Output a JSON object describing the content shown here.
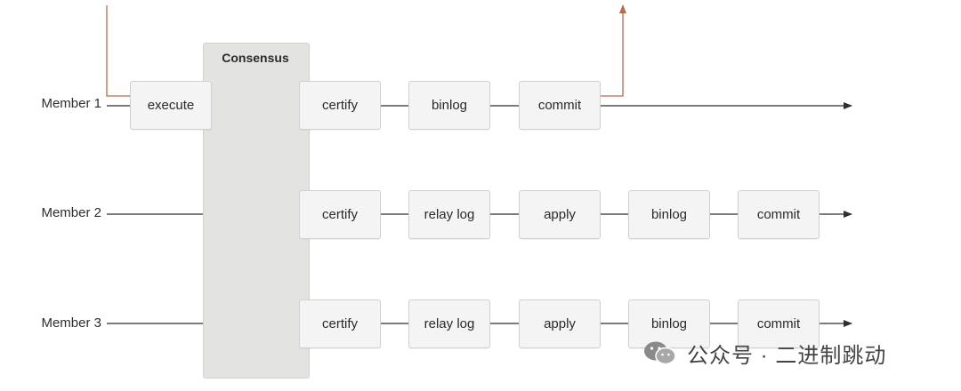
{
  "consensus": {
    "label": "Consensus"
  },
  "members": [
    {
      "label": "Member 1",
      "steps": [
        "execute",
        "certify",
        "binlog",
        "commit"
      ]
    },
    {
      "label": "Member 2",
      "steps": [
        "certify",
        "relay log",
        "apply",
        "binlog",
        "commit"
      ]
    },
    {
      "label": "Member 3",
      "steps": [
        "certify",
        "relay log",
        "apply",
        "binlog",
        "commit"
      ]
    }
  ],
  "watermark": {
    "text": "公众号 · 二进制跳动",
    "icon": "wechat-icon"
  },
  "colors": {
    "flow": "#b86a4a",
    "line": "#2f2f2f",
    "band": "#e3e3e1",
    "box": "#f4f4f4"
  }
}
